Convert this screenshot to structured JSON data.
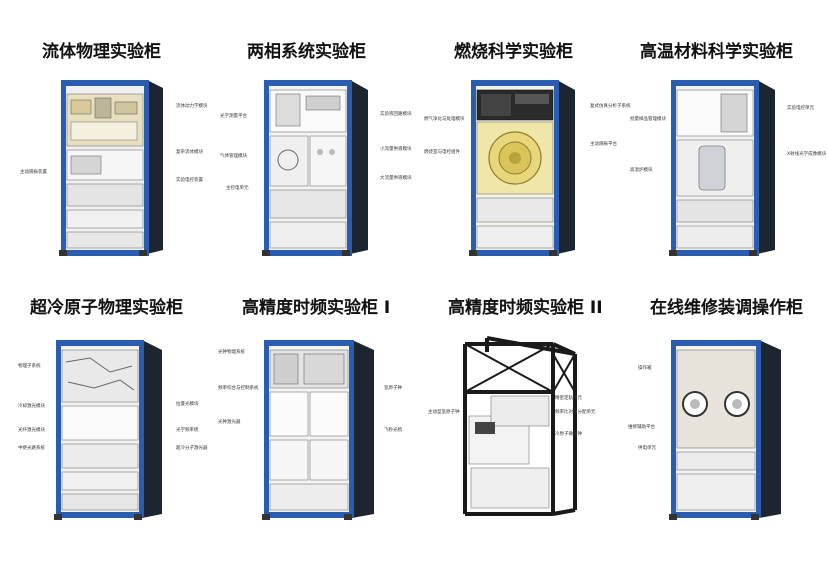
{
  "cabinets": [
    {
      "title": "流体物理实验柜",
      "labels": [
        "流体动力学模块",
        "复杂流体模块",
        "主动隔振装置",
        "实验电控装置"
      ],
      "frame_color": "#2a5db0",
      "type": "closed"
    },
    {
      "title": "两相系统实验柜",
      "labels": [
        "光学测量平台",
        "实验液回路模块",
        "气体管理模块",
        "小流量供液模块",
        "大流量供液模块",
        "主控电单元"
      ],
      "frame_color": "#2a5db0",
      "type": "closed"
    },
    {
      "title": "燃烧科学实验柜",
      "labels": [
        "燃气净化与处理模块",
        "燃烧室与电控组件",
        "复式仿真分析子系统",
        "主动隔振平台"
      ],
      "frame_color": "#2a5db0",
      "type": "combustion"
    },
    {
      "title": "高温材料科学实验柜",
      "labels": [
        "实验电控单元",
        "批量样品管理模块",
        "X射线光学成像模块",
        "高温炉模块"
      ],
      "frame_color": "#2a5db0",
      "type": "closed"
    },
    {
      "title": "超冷原子物理实验柜",
      "labels": [
        "物理子系统",
        "冷却激光模块",
        "光纤激光模块",
        "中继光路系统",
        "拉曼光模块",
        "光学频率梳",
        "超冷分子激光器"
      ],
      "frame_color": "#2a5db0",
      "type": "closed"
    },
    {
      "title": "高精度时频实验柜 I",
      "labels": [
        "光钟物理系统",
        "频率综合与控制系统",
        "氢原子钟",
        "光钟激光器",
        "飞秒光梳"
      ],
      "frame_color": "#2a5db0",
      "type": "closed"
    },
    {
      "title": "高精度时频实验柜 II",
      "labels": [
        "主动型氢原子钟",
        "精密定轨单元",
        "频率比对与分配单元",
        "冷原子微波钟"
      ],
      "frame_color": "#111111",
      "type": "open"
    },
    {
      "title": "在线维修装调操作柜",
      "labels": [
        "操作箱",
        "维修辅助平台",
        "供电单元"
      ],
      "frame_color": "#2a5db0",
      "type": "glovebox"
    }
  ]
}
